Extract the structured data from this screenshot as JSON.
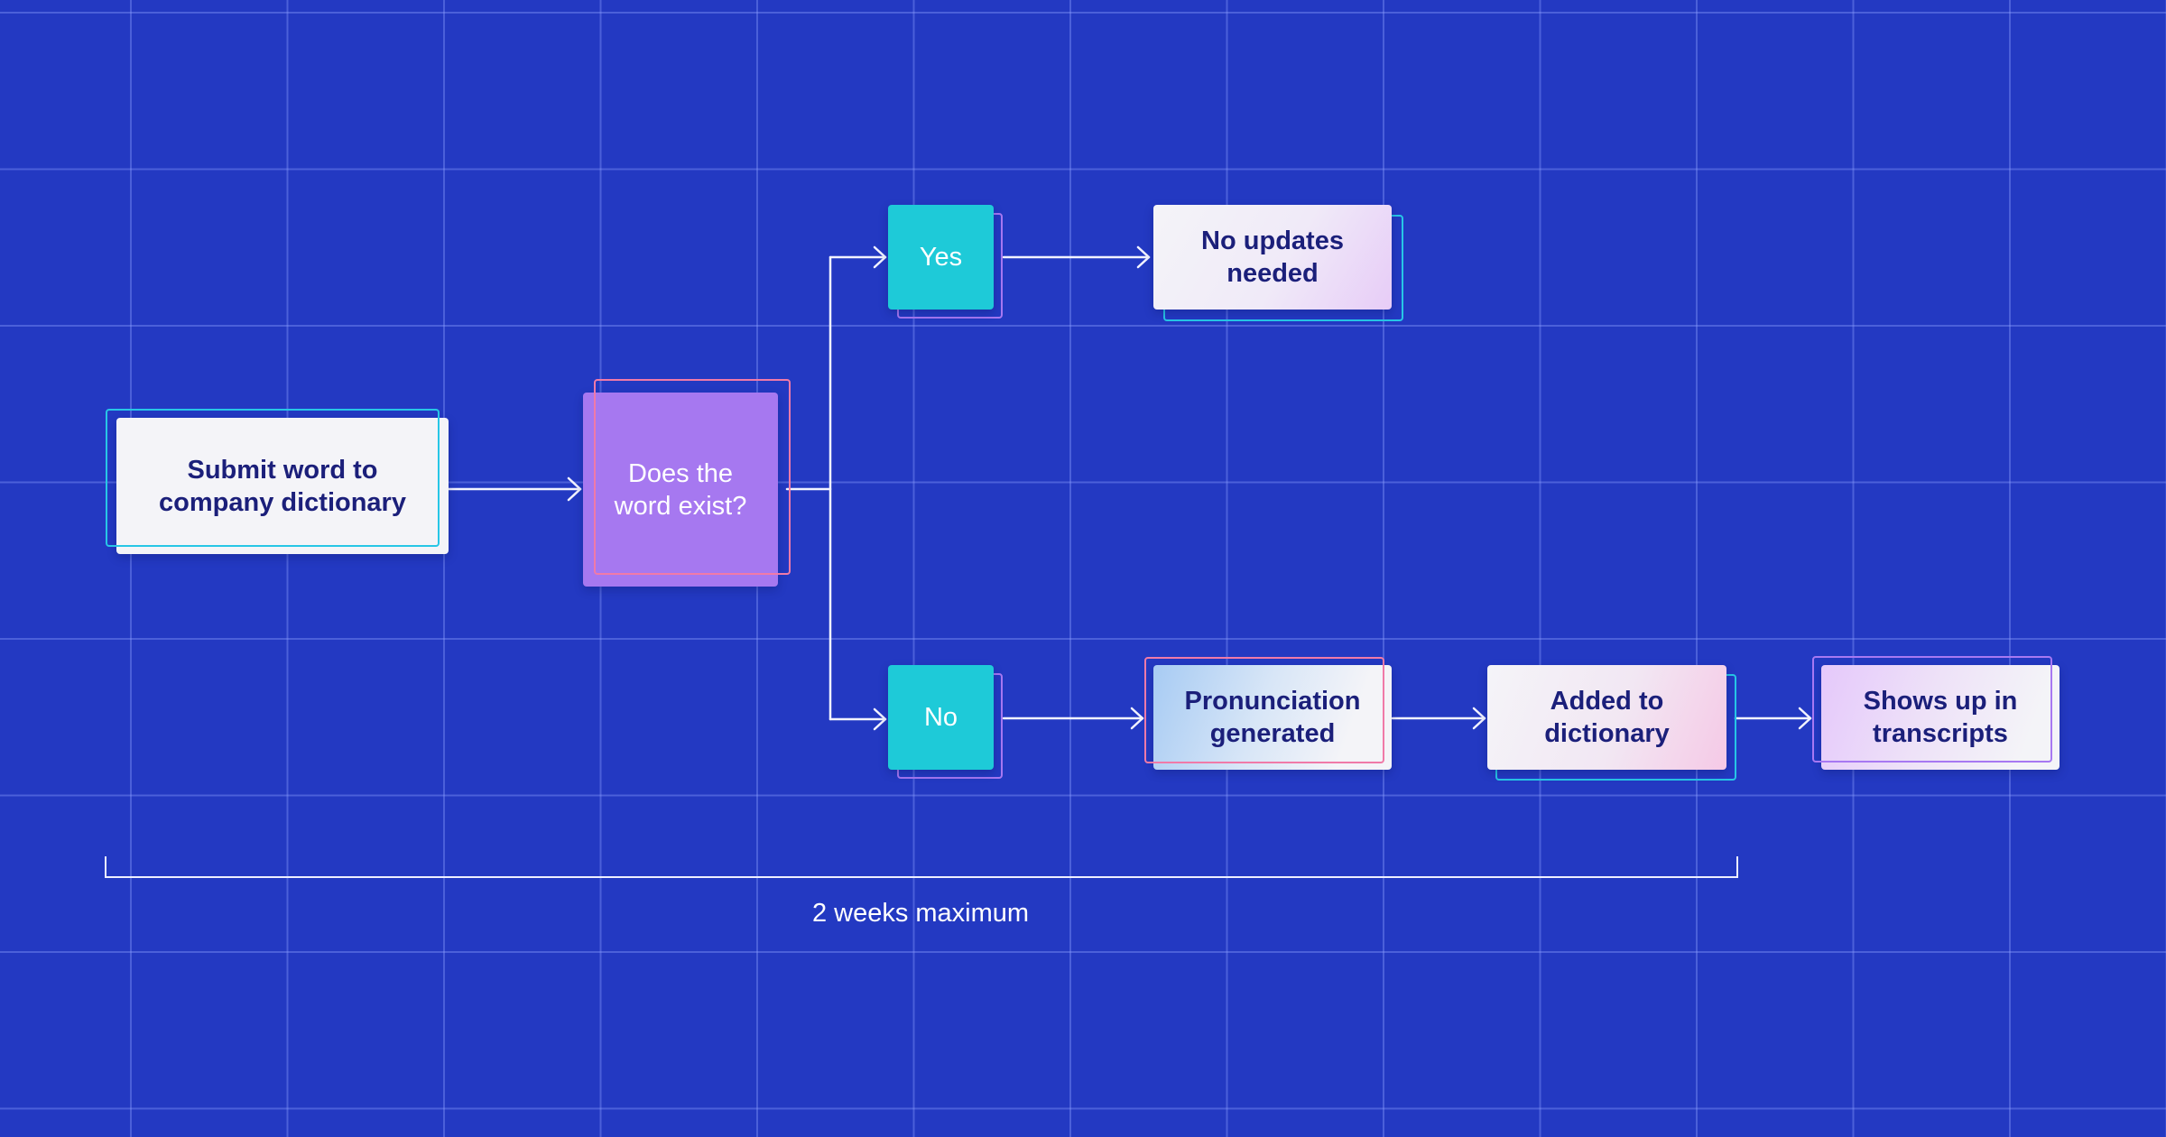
{
  "nodes": {
    "submit": "Submit word to\ncompany dictionary",
    "exists": "Does the\nword exist?",
    "yes": "Yes",
    "no": "No",
    "no_updates": "No updates\nneeded",
    "pronunciation": "Pronunciation\ngenerated",
    "added": "Added to\ndictionary",
    "shows_up": "Shows up in\ntranscripts"
  },
  "timeline": {
    "label": "2 weeks maximum"
  },
  "colors": {
    "background": "#2339c2",
    "teal": "#1ecad8",
    "purple": "#a678f0",
    "outline_cyan": "#27c6e6",
    "outline_pink": "#f07aa8",
    "outline_violet": "#a778f2",
    "node_text": "#1b1f7a"
  }
}
